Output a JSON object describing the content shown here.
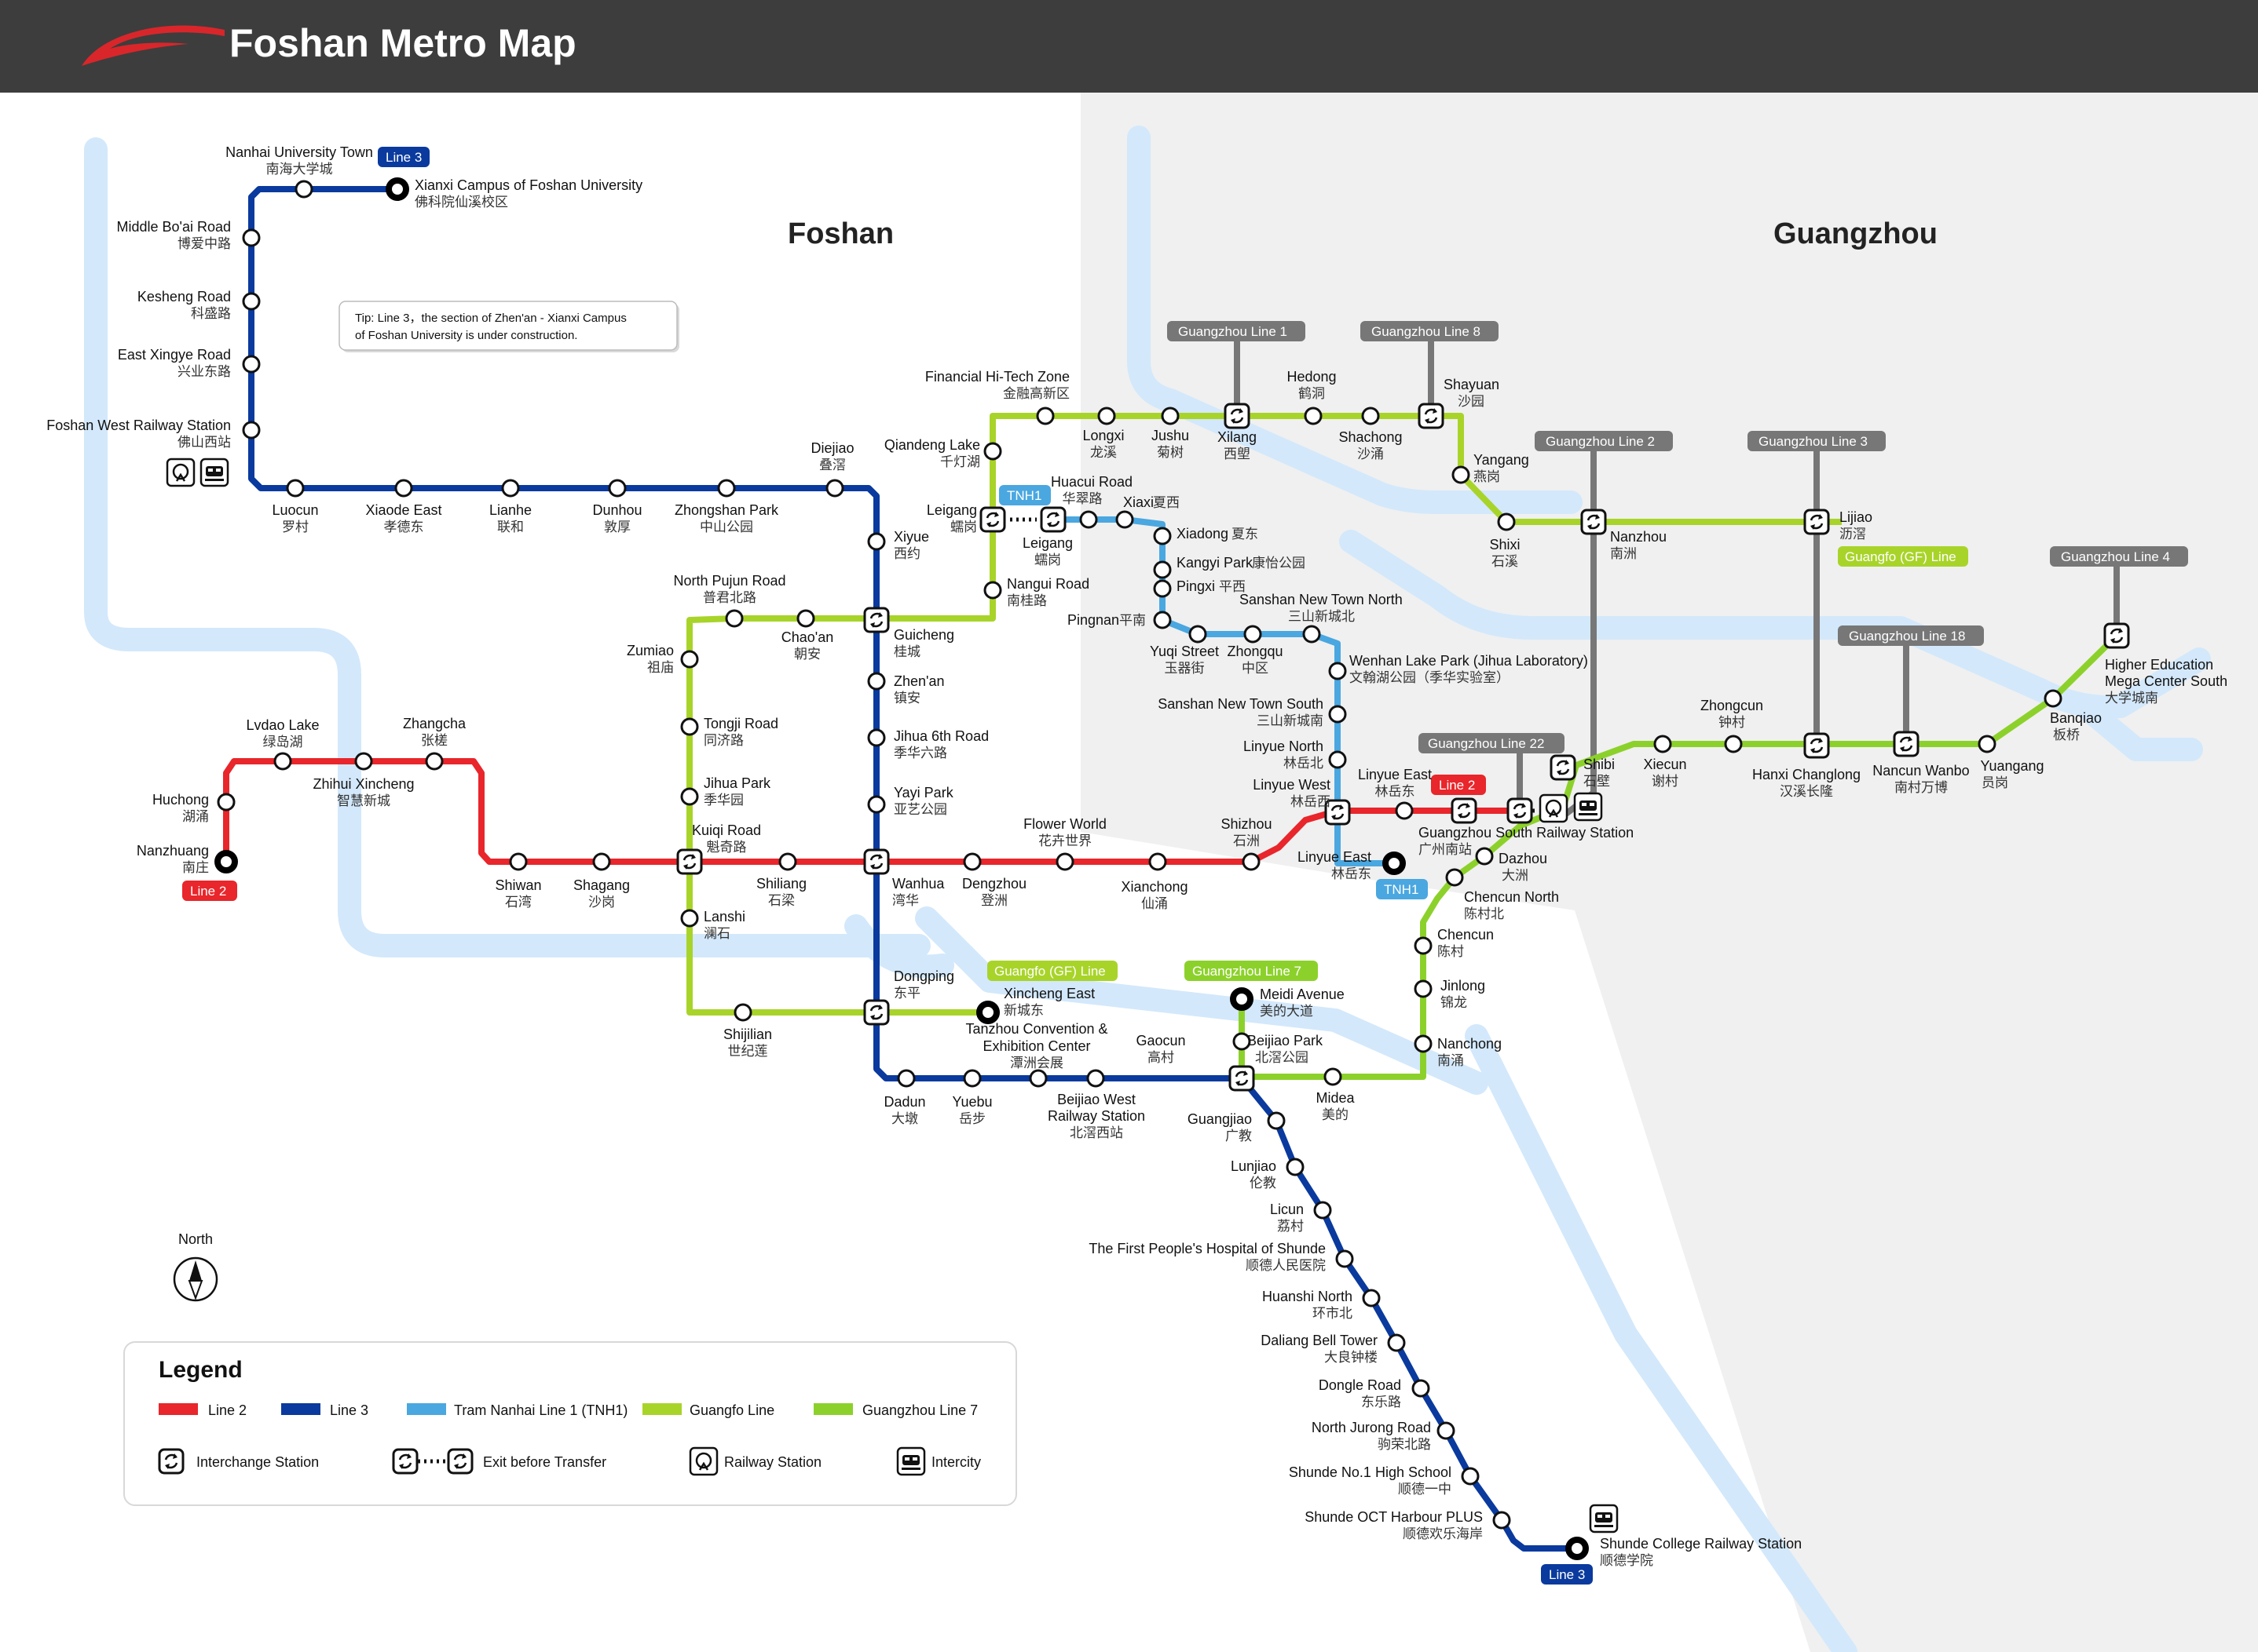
{
  "header": {
    "title": "Foshan Metro Map"
  },
  "cities": {
    "foshan": "Foshan",
    "guangzhou": "Guangzhou"
  },
  "tip": {
    "line1": "Tip: Line 3，the section of Zhen'an - Xianxi Campus",
    "line2": "of Foshan University is under construction."
  },
  "colors": {
    "line2": "#e8262b",
    "line3": "#0a3a9e",
    "tnh1": "#4aa7e0",
    "gf": "#a8d42a",
    "gz7": "#8cd12b",
    "gz_other": "#777777",
    "river": "#d3e8fb",
    "gz_area": "#f0f0f0"
  },
  "tags": {
    "line3_top": "Line 3",
    "line3_bottom": "Line 3",
    "line2_left": "Line 2",
    "line2_right": "Line 2",
    "tnh1_top": "TNH1",
    "tnh1_bottom": "TNH1",
    "gf_line_bottom": "Guangfo (GF) Line",
    "gf_line_right": "Guangfo (GF) Line",
    "gz7": "Guangzhou Line 7",
    "gz1": "Guangzhou Line 1",
    "gz8": "Guangzhou Line 8",
    "gz2": "Guangzhou Line 2",
    "gz3": "Guangzhou Line 3",
    "gz4": "Guangzhou Line 4",
    "gz18": "Guangzhou Line 18",
    "gz22": "Guangzhou Line 22"
  },
  "stations": {
    "nanhai_univ": {
      "en": "Nanhai University Town",
      "zh": "南海大学城"
    },
    "xianxi": {
      "en": "Xianxi Campus of Foshan University",
      "zh": "佛科院仙溪校区"
    },
    "middle_boai": {
      "en": "Middle Bo'ai Road",
      "zh": "博爱中路"
    },
    "kesheng": {
      "en": "Kesheng Road",
      "zh": "科盛路"
    },
    "east_xingye": {
      "en": "East Xingye Road",
      "zh": "兴业东路"
    },
    "foshan_west": {
      "en": "Foshan West Railway Station",
      "zh": "佛山西站"
    },
    "luocun": {
      "en": "Luocun",
      "zh": "罗村"
    },
    "xiaode_east": {
      "en": "Xiaode East",
      "zh": "孝德东"
    },
    "lianhe": {
      "en": "Lianhe",
      "zh": "联和"
    },
    "dunhou": {
      "en": "Dunhou",
      "zh": "敦厚"
    },
    "zhongshan_park": {
      "en": "Zhongshan Park",
      "zh": "中山公园"
    },
    "diejiao": {
      "en": "Diejiao",
      "zh": "叠滘"
    },
    "xiyue": {
      "en": "Xiyue",
      "zh": "西约"
    },
    "guicheng": {
      "en": "Guicheng",
      "zh": "桂城"
    },
    "zhenan": {
      "en": "Zhen'an",
      "zh": "镇安"
    },
    "jihua6": {
      "en": "Jihua 6th Road",
      "zh": "季华六路"
    },
    "yayi": {
      "en": "Yayi Park",
      "zh": "亚艺公园"
    },
    "wanhua": {
      "en": "Wanhua",
      "zh": "湾华"
    },
    "dongping": {
      "en": "Dongping",
      "zh": "东平"
    },
    "dadun": {
      "en": "Dadun",
      "zh": "大墩"
    },
    "yuebu": {
      "en": "Yuebu",
      "zh": "岳步"
    },
    "beijiao_west": {
      "en": "Beijiao West",
      "en2": "Railway Station",
      "zh": "北滘西站"
    },
    "gaocun": {
      "en": "Gaocun",
      "zh": "高村"
    },
    "guangjiao": {
      "en": "Guangjiao",
      "zh": "广教"
    },
    "lunjiao": {
      "en": "Lunjiao",
      "zh": "伦教"
    },
    "licun": {
      "en": "Licun",
      "zh": "荔村"
    },
    "first_hospital": {
      "en": "The First People's Hospital of Shunde",
      "zh": "顺德人民医院"
    },
    "huanshi_north": {
      "en": "Huanshi North",
      "zh": "环市北"
    },
    "daliang_bell": {
      "en": "Daliang Bell Tower",
      "zh": "大良钟楼"
    },
    "dongle": {
      "en": "Dongle Road",
      "zh": "东乐路"
    },
    "north_jurong": {
      "en": "North Jurong Road",
      "zh": "驹荣北路"
    },
    "shunde_no1": {
      "en": "Shunde No.1 High School",
      "zh": "顺德一中"
    },
    "shunde_oct": {
      "en": "Shunde OCT Harbour PLUS",
      "zh": "顺德欢乐海岸"
    },
    "shunde_college": {
      "en": "Shunde College Railway Station",
      "zh": "顺德学院"
    },
    "nanzhuang": {
      "en": "Nanzhuang",
      "zh": "南庄"
    },
    "huchong": {
      "en": "Huchong",
      "zh": "湖涌"
    },
    "lvdao": {
      "en": "Lvdao Lake",
      "zh": "绿岛湖"
    },
    "zhihui": {
      "en": "Zhihui Xincheng",
      "zh": "智慧新城"
    },
    "zhangcha": {
      "en": "Zhangcha",
      "zh": "张槎"
    },
    "shiwan": {
      "en": "Shiwan",
      "zh": "石湾"
    },
    "shagang": {
      "en": "Shagang",
      "zh": "沙岗"
    },
    "kuiqi": {
      "en": "Kuiqi Road",
      "zh": "魁奇路"
    },
    "shiliang": {
      "en": "Shiliang",
      "zh": "石梁"
    },
    "dengzhou": {
      "en": "Dengzhou",
      "zh": "登洲"
    },
    "flower_world": {
      "en": "Flower World",
      "zh": "花卉世界"
    },
    "xianchong": {
      "en": "Xianchong",
      "zh": "仙涌"
    },
    "shizhou": {
      "en": "Shizhou",
      "zh": "石洲"
    },
    "linyue_west": {
      "en": "Linyue West",
      "zh": "林岳西"
    },
    "linyue_east_l2": {
      "en": "Linyue East",
      "zh": "林岳东"
    },
    "gz_south": {
      "en": "Guangzhou South Railway Station",
      "zh": "广州南站"
    },
    "zumiao": {
      "en": "Zumiao",
      "zh": "祖庙"
    },
    "north_pujun": {
      "en": "North Pujun Road",
      "zh": "普君北路"
    },
    "chaoan": {
      "en": "Chao'an",
      "zh": "朝安"
    },
    "tongji": {
      "en": "Tongji Road",
      "zh": "同济路"
    },
    "jihua_park": {
      "en": "Jihua Park",
      "zh": "季华园"
    },
    "lanshi": {
      "en": "Lanshi",
      "zh": "澜石"
    },
    "shijilian": {
      "en": "Shijilian",
      "zh": "世纪莲"
    },
    "xincheng_east": {
      "en": "Xincheng East",
      "zh": "新城东"
    },
    "tanzhou": {
      "en": "Tanzhou Convention &",
      "en2": "Exhibition Center",
      "zh": "潭洲会展"
    },
    "nangui": {
      "en": "Nangui Road",
      "zh": "南桂路"
    },
    "leigang": {
      "en": "Leigang",
      "zh": "蠕岗"
    },
    "qiandeng": {
      "en": "Qiandeng Lake",
      "zh": "千灯湖"
    },
    "fin_hitech": {
      "en": "Financial Hi-Tech Zone",
      "zh": "金融高新区"
    },
    "longxi": {
      "en": "Longxi",
      "zh": "龙溪"
    },
    "jushu": {
      "en": "Jushu",
      "zh": "菊树"
    },
    "xilang": {
      "en": "Xilang",
      "zh": "西塱"
    },
    "hedong": {
      "en": "Hedong",
      "zh": "鹤洞"
    },
    "shachong": {
      "en": "Shachong",
      "zh": "沙涌"
    },
    "shayuan": {
      "en": "Shayuan",
      "zh": "沙园"
    },
    "yangang": {
      "en": "Yangang",
      "zh": "燕岗"
    },
    "shixi": {
      "en": "Shixi",
      "zh": "石溪"
    },
    "nanzhou": {
      "en": "Nanzhou",
      "zh": "南洲"
    },
    "lijiao": {
      "en": "Lijiao",
      "zh": "沥滘"
    },
    "leigang_tnh": {
      "en": "Leigang",
      "zh": "蠕岗"
    },
    "huacui": {
      "en": "Huacui Road",
      "zh": "华翠路"
    },
    "xiaxi": {
      "en": "Xiaxi",
      "zh": "夏西"
    },
    "xiadong": {
      "en": "Xiadong",
      "zh": "夏东"
    },
    "kangyi": {
      "en": "Kangyi Park",
      "zh": "康怡公园"
    },
    "pingxi": {
      "en": "Pingxi",
      "zh": "平西"
    },
    "pingnan": {
      "en": "Pingnan",
      "zh": "平南"
    },
    "yuqi": {
      "en": "Yuqi Street",
      "zh": "玉器街"
    },
    "zhongqu": {
      "en": "Zhongqu",
      "zh": "中区"
    },
    "sanshan_north": {
      "en": "Sanshan New Town North",
      "zh": "三山新城北"
    },
    "wenhan": {
      "en": "Wenhan Lake Park (Jihua Laboratory)",
      "zh": "文翰湖公园（季华实验室）"
    },
    "sanshan_south": {
      "en": "Sanshan New Town South",
      "zh": "三山新城南"
    },
    "linyue_north": {
      "en": "Linyue North",
      "zh": "林岳北"
    },
    "linyue_east_tnh": {
      "en": "Linyue East",
      "zh": "林岳东"
    },
    "dazhou": {
      "en": "Dazhou",
      "zh": "大洲"
    },
    "chencun_north": {
      "en": "Chencun North",
      "zh": "陈村北"
    },
    "chencun": {
      "en": "Chencun",
      "zh": "陈村"
    },
    "jinlong": {
      "en": "Jinlong",
      "zh": "锦龙"
    },
    "nanchong": {
      "en": "Nanchong",
      "zh": "南涌"
    },
    "midea": {
      "en": "Midea",
      "zh": "美的"
    },
    "beijiao_park": {
      "en": "Beijiao Park",
      "zh": "北滘公园"
    },
    "meidi_ave": {
      "en": "Meidi Avenue",
      "zh": "美的大道"
    },
    "shibi": {
      "en": "Shibi",
      "zh": "石壁"
    },
    "xiecun": {
      "en": "Xiecun",
      "zh": "谢村"
    },
    "zhongcun": {
      "en": "Zhongcun",
      "zh": "钟村"
    },
    "hanxi": {
      "en": "Hanxi Changlong",
      "zh": "汉溪长隆"
    },
    "nancun": {
      "en": "Nancun Wanbo",
      "zh": "南村万博"
    },
    "yuangang": {
      "en": "Yuangang",
      "zh": "员岗"
    },
    "banqiao": {
      "en": "Banqiao",
      "zh": "板桥"
    },
    "higher_edu": {
      "en": "Higher Education",
      "en2": "Mega Center South",
      "zh": "大学城南"
    }
  },
  "compass": {
    "label": "North"
  },
  "legend": {
    "title": "Legend",
    "line2": "Line 2",
    "line3": "Line 3",
    "tnh1": "Tram Nanhai Line 1 (TNH1)",
    "gf": "Guangfo Line",
    "gz7": "Guangzhou Line 7",
    "interchange": "Interchange Station",
    "exit_transfer": "Exit before Transfer",
    "railway": "Railway Station",
    "intercity": "Intercity"
  }
}
